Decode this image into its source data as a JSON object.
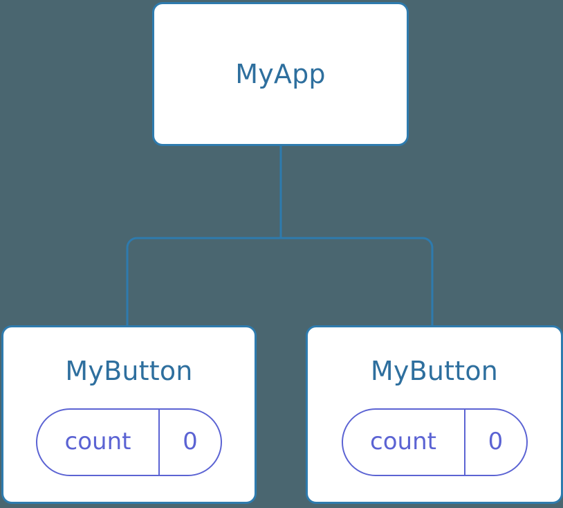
{
  "diagram": {
    "type": "component-tree",
    "background_color": "#4a6670",
    "node_border_color": "#2e7bae",
    "node_title_color": "#2e6f9e",
    "connector_color": "#2e7bae",
    "pill_color": "#5b63d3",
    "root": {
      "title": "MyApp"
    },
    "children": [
      {
        "title": "MyButton",
        "state": {
          "key": "count",
          "value": "0"
        }
      },
      {
        "title": "MyButton",
        "state": {
          "key": "count",
          "value": "0"
        }
      }
    ]
  }
}
